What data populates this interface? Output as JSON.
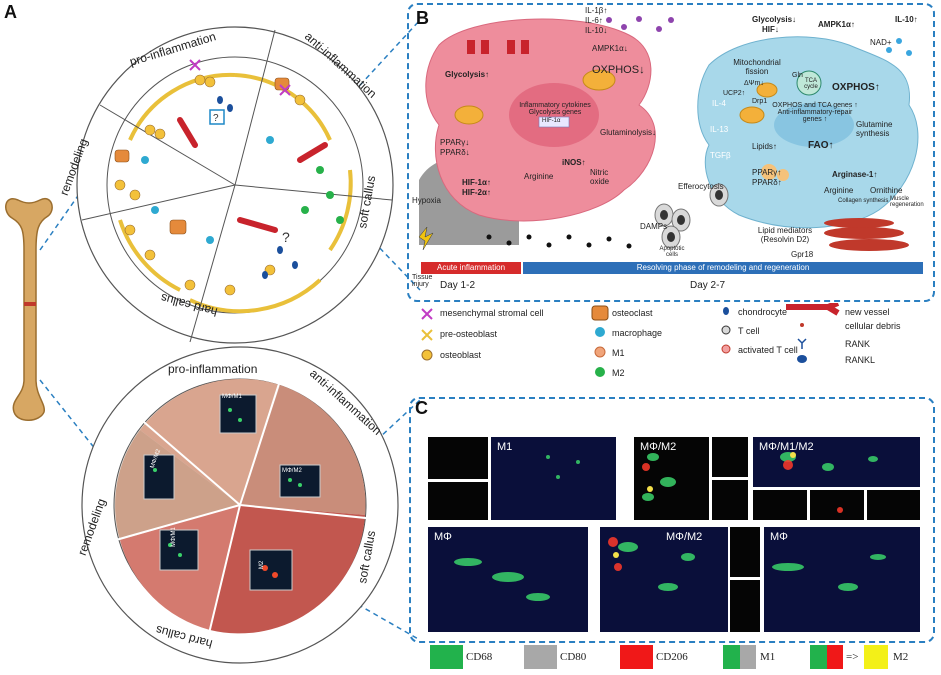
{
  "panels": {
    "a": "A",
    "b": "B",
    "c": "C"
  },
  "wheel_labels": {
    "pro_inflammation": "pro-inflammation",
    "anti_inflammation": "anti-inflammation",
    "soft_callus": "soft callus",
    "hard_callus": "hard callus",
    "remodeling": "remodeling"
  },
  "photo_insets": [
    "MΦ/M1",
    "MΦ/M2",
    "MΦ/M2",
    "MΦ/M1",
    "M2"
  ],
  "panel_b": {
    "left": {
      "glycolysis": "Glycolysis↑",
      "ampk": "AMPK1α↓",
      "oxphos": "OXPHOS↓",
      "cytokines": [
        "IL-1β↑",
        "IL-6↑",
        "IL-10↓"
      ],
      "nucleus": "Inflammatory cytokines Glycolysis genes",
      "hif1a_box": "HIF-1α",
      "ppar": [
        "PPARγ↓",
        "PPARδ↓"
      ],
      "glutaminolysis": "Glutaminolysis↓",
      "inos": "iNOS↑",
      "arginine": "Arginine",
      "nitric_oxide": "Nitric oxide",
      "hif": [
        "HIF-1α↑",
        "HIF-2α↑"
      ],
      "hypoxia": "Hypoxia",
      "damps": "DAMPs"
    },
    "arrows": [
      "IL-4",
      "IL-13",
      "TGFβ"
    ],
    "right": {
      "glyco": [
        "Glycolysis↓",
        "HIF↓"
      ],
      "ampk": "AMPK1α↑",
      "il10": "IL-10↑",
      "nad": "NAD+",
      "mito": "Mitochondrial fission",
      "dpsi": "ΔΨm↓",
      "ucp2": "UCP2↑",
      "drp1": "Drp1",
      "gln": "Gln",
      "tca": "TCA cycle",
      "oxphos": "OXPHOS↑",
      "genes": "OXPHOS and TCA genes ↑ Anti-inflammatory-repair genes ↑",
      "lipids": "Lipids↑",
      "fao": "FAO↑",
      "glutamine": "Glutamine synthesis",
      "efferocytosis": "Efferocytosis",
      "ppar": [
        "PPARγ↑",
        "PPARδ↑"
      ],
      "arginase": "Arginase-1↑",
      "arginine": "Arginine",
      "ornithine": "Ornithine",
      "collagen": "Collagen synthesis",
      "muscle": "Muscle regeneration",
      "apoptotic": "Apoptotic cells",
      "lipid_mediators": "Lipid mediators (Resolvin D2)",
      "gpr18": "Gpr18"
    },
    "tissue_injury": "Tissue injury",
    "banner_left": "Acute inflammation",
    "banner_right": "Resolving phase of remodeling and regeneration",
    "day_left": "Day 1-2",
    "day_right": "Day 2-7"
  },
  "legend": [
    {
      "label": "mesenchymal stromal cell",
      "icon": "msc-icon"
    },
    {
      "label": "pre-osteoblast",
      "icon": "pre-osteoblast-icon"
    },
    {
      "label": "osteoblast",
      "icon": "osteoblast-icon"
    },
    {
      "label": "osteoclast",
      "icon": "osteoclast-icon"
    },
    {
      "label": "macrophage",
      "icon": "macrophage-icon"
    },
    {
      "label": "M1",
      "icon": "m1-icon"
    },
    {
      "label": "M2",
      "icon": "m2-icon"
    },
    {
      "label": "chondrocyte",
      "icon": "chondrocyte-icon"
    },
    {
      "label": "T cell",
      "icon": "t-cell-icon"
    },
    {
      "label": "activated T cell",
      "icon": "activated-t-cell-icon"
    },
    {
      "label": "new vessel",
      "icon": "vessel-icon"
    },
    {
      "label": "cellular debris",
      "icon": "debris-icon"
    },
    {
      "label": "RANK",
      "icon": "rank-icon"
    },
    {
      "label": "RANKL",
      "icon": "rankl-icon"
    }
  ],
  "micro_labels": [
    "M1",
    "MΦ/M2",
    "MΦ/M1/M2",
    "MΦ",
    "MΦ/M2",
    "MΦ"
  ],
  "stain_legend": {
    "cd68": "CD68",
    "cd80": "CD80",
    "cd206": "CD206",
    "m1": "M1",
    "arrow": "=>",
    "m2": "M2"
  },
  "colors": {
    "dash": "#2a7fc1",
    "cell_pink": "#ee8d9c",
    "cell_blue": "#a8d8ea",
    "acute": "#d62b2b",
    "resolving": "#2d6fb8"
  }
}
